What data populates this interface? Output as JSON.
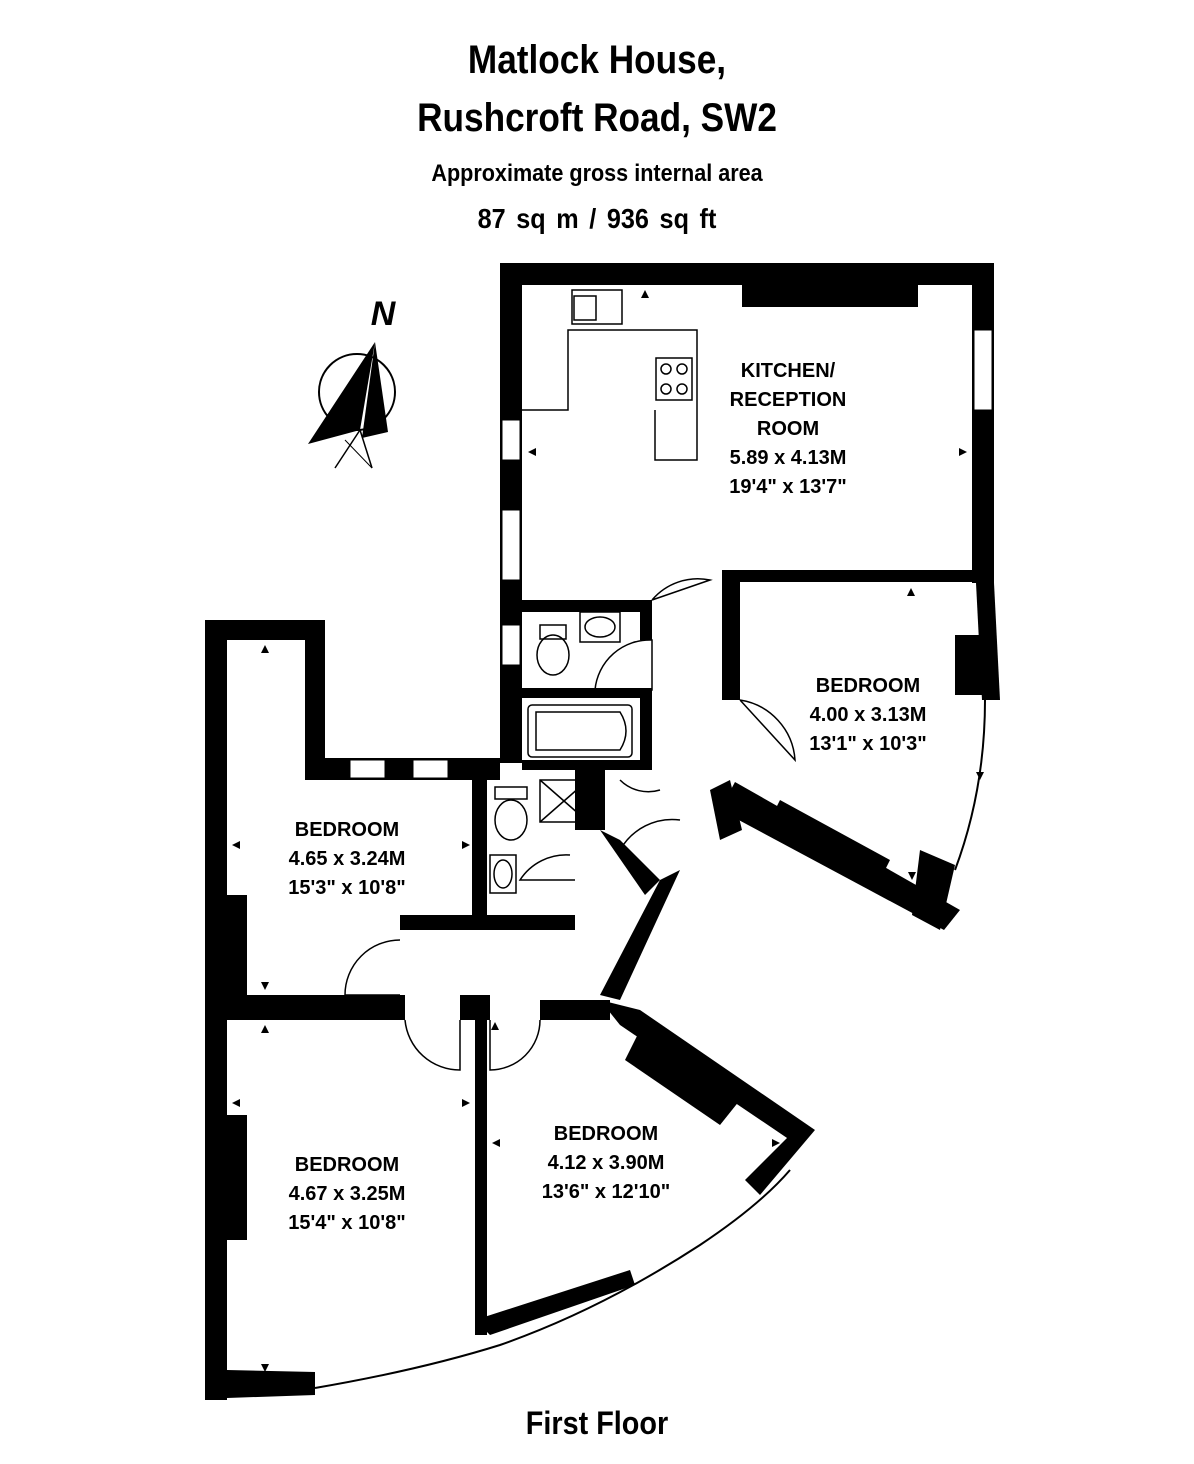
{
  "header": {
    "address_line1": "Matlock House,",
    "address_line2": "Rushcroft Road, SW2",
    "area_caption": "Approximate gross internal area",
    "area_value": "87 sq m  /  936 sq ft"
  },
  "compass": {
    "label": "N",
    "icon": "north-arrow-icon"
  },
  "rooms": {
    "kitchen": {
      "name_line1": "KITCHEN/",
      "name_line2": "RECEPTION",
      "name_line3": "ROOM",
      "metric": "5.89 x 4.13M",
      "imperial": "19'4\" x 13'7\""
    },
    "bedroom_ne": {
      "name": "BEDROOM",
      "metric": "4.00 x 3.13M",
      "imperial": "13'1\" x 10'3\""
    },
    "bedroom_w_upper": {
      "name": "BEDROOM",
      "metric": "4.65 x 3.24M",
      "imperial": "15'3\" x 10'8\""
    },
    "bedroom_w_lower": {
      "name": "BEDROOM",
      "metric": "4.67 x 3.25M",
      "imperial": "15'4\" x 10'8\""
    },
    "bedroom_s": {
      "name": "BEDROOM",
      "metric": "4.12 x 3.90M",
      "imperial": "13'6\" x 12'10\""
    }
  },
  "footer": {
    "floor_label": "First Floor"
  }
}
